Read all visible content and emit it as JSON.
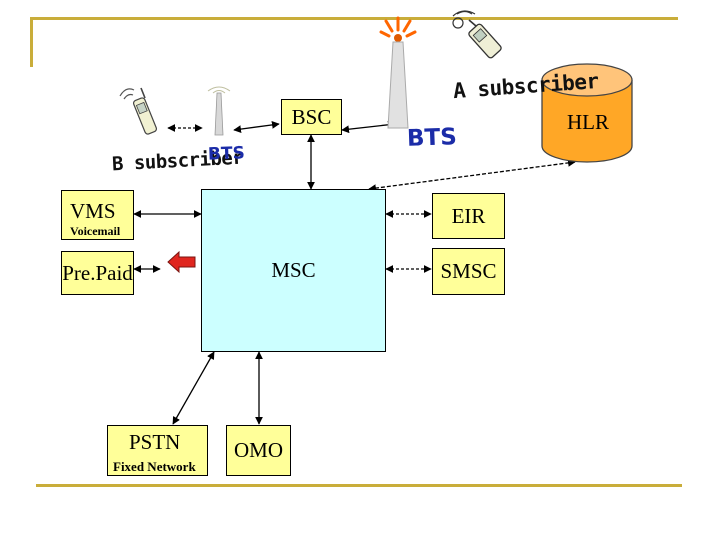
{
  "nodes": {
    "bsc": "BSC",
    "hlr": "HLR",
    "vms": "VMS",
    "vms_sub": "Voicemail",
    "eir": "EIR",
    "prepaid": "Pre.Paid",
    "msc": "MSC",
    "smsc": "SMSC",
    "pstn": "PSTN",
    "pstn_sub": "Fixed Network",
    "omo": "OMO"
  },
  "labels": {
    "b_subscriber": "B subscriber",
    "a_subscriber": "A subscriber",
    "bts_left": "BTS",
    "bts_right": "BTS"
  },
  "colors": {
    "frame": "#c9ad3a",
    "box_fill": "#ffff99",
    "msc_fill": "#ccffff",
    "hlr_fill": "#ffb833",
    "bts_label": "#1b2ca8",
    "arrow_red": "#e0261f"
  },
  "icons": [
    "mobile-phone-icon",
    "antenna-tower-icon",
    "database-cylinder-icon",
    "red-arrow-icon"
  ]
}
